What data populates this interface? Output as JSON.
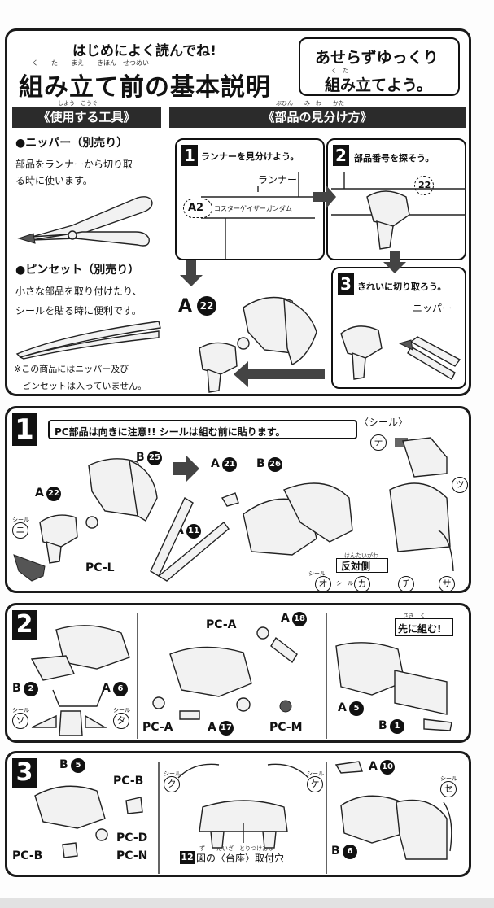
{
  "header": {
    "intro_line": "はじめによく読んでね!",
    "title": "組み立て前の基本説明",
    "title_ruby": "く　　た　　まえ　　きほん　せつめい",
    "slogan_line1": "あせらずゆっくり",
    "slogan_line2": "組み立てよう。",
    "slogan_ruby": "く　た"
  },
  "tools": {
    "heading": "《使用する工具》",
    "heading_ruby": "しよう　こうぐ",
    "nipper_title": "●ニッパー（別売り）",
    "nipper_desc1": "部品をランナーから切り取",
    "nipper_desc2": "る時に使います。",
    "tweezers_title": "●ピンセット（別売り）",
    "tweezers_desc1": "小さな部品を取り付けたり、",
    "tweezers_desc2": "シールを貼る時に便利です。",
    "note1": "※この商品にはニッパー及び",
    "note2": "ピンセットは入っていません。"
  },
  "parts": {
    "heading": "《部品の見分け方》",
    "heading_ruby": "ぶひん　　み　わ　　かた",
    "step1_num": "1",
    "step1_text": "ランナーを見分けよう。",
    "runner_label": "ランナー",
    "runner_code": "A2",
    "runner_name": "コスターゲイザーガンダム",
    "step2_num": "2",
    "step2_text": "部品番号を探そう。",
    "part_number": "22",
    "step3_num": "3",
    "step3_text": "きれいに切り取ろう。",
    "nipper_label": "ニッパー",
    "result_letter": "A",
    "result_number": "22"
  },
  "step1": {
    "num": "1",
    "banner": "PC部品は向きに注意!! シールは組む前に貼ります。",
    "seal_label": "〈シール〉",
    "b25": "B",
    "b25n": "25",
    "a22": "A",
    "a22n": "22",
    "a21": "A",
    "a21n": "21",
    "b26": "B",
    "b26n": "26",
    "a11": "A",
    "a11n": "11",
    "pcl": "PC-L",
    "seal_word": "シール",
    "seal_ni": "ニ",
    "seal_te": "テ",
    "seal_tsu": "ツ",
    "seal_o": "オ",
    "seal_ka": "カ",
    "seal_chi": "チ",
    "seal_sa": "サ",
    "hantai": "反対側",
    "hantai_ruby": "はんたいがわ"
  },
  "step2": {
    "num": "2",
    "b2": "B",
    "b2n": "2",
    "a6": "A",
    "a6n": "6",
    "seal_so": "ソ",
    "seal_ta": "タ",
    "pca_top": "PC-A",
    "a18": "A",
    "a18n": "18",
    "pca_bot": "PC-A",
    "a17": "A",
    "a17n": "17",
    "pcm": "PC-M",
    "first_assemble": "先に組む!",
    "first_ruby": "さき　く",
    "a5": "A",
    "a5n": "5",
    "b1": "B",
    "b1n": "1"
  },
  "step3": {
    "num": "3",
    "b5": "B",
    "b5n": "5",
    "pcb_top": "PC-B",
    "pcd": "PC-D",
    "pcb_bot": "PC-B",
    "pcn": "PC-N",
    "seal_ku": "ク",
    "seal_ke": "ケ",
    "fig_num": "12",
    "fig_text": "図の〈台座〉取付穴",
    "fig_ruby": "ず　　だいざ　とりつけあな",
    "a10": "A",
    "a10n": "10",
    "seal_se": "セ",
    "b6": "B",
    "b6n": "6"
  }
}
